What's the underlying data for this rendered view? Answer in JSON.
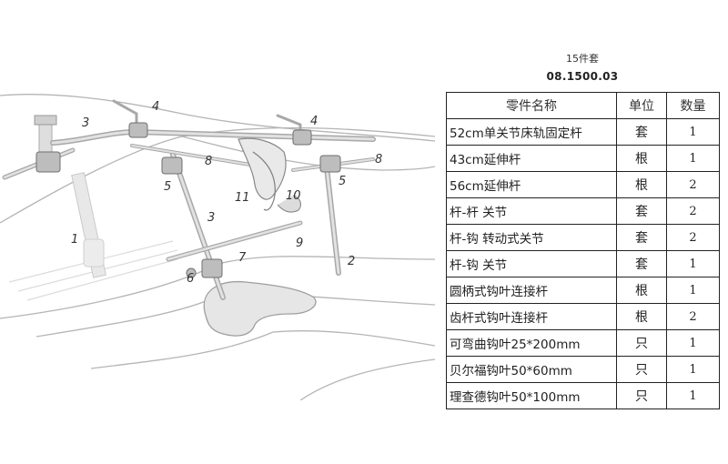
{
  "kit": {
    "name": "15件套",
    "code": "08.1500.03"
  },
  "table": {
    "headers": {
      "name": "零件名称",
      "unit": "单位",
      "qty": "数量"
    },
    "rows": [
      {
        "name": "52cm单关节床轨固定杆",
        "unit": "套",
        "qty": "1"
      },
      {
        "name": "43cm延伸杆",
        "unit": "根",
        "qty": "1"
      },
      {
        "name": "56cm延伸杆",
        "unit": "根",
        "qty": "2"
      },
      {
        "name": "杆-杆 关节",
        "unit": "套",
        "qty": "2"
      },
      {
        "name": "杆-钩 转动式关节",
        "unit": "套",
        "qty": "2"
      },
      {
        "name": "杆-钩 关节",
        "unit": "套",
        "qty": "1"
      },
      {
        "name": "圆柄式钩叶连接杆",
        "unit": "根",
        "qty": "1"
      },
      {
        "name": "齿杆式钩叶连接杆",
        "unit": "根",
        "qty": "2"
      },
      {
        "name": "可弯曲钩叶25*200mm",
        "unit": "只",
        "qty": "1"
      },
      {
        "name": "贝尔福钩叶50*60mm",
        "unit": "只",
        "qty": "1"
      },
      {
        "name": "理查德钩叶50*100mm",
        "unit": "只",
        "qty": "1"
      }
    ]
  },
  "illustration": {
    "callouts": [
      "1",
      "2",
      "3",
      "3",
      "4",
      "4",
      "5",
      "5",
      "6",
      "7",
      "8",
      "8",
      "9",
      "10",
      "11"
    ]
  },
  "colors": {
    "table_border": "#222222",
    "line_art": "#9a9a9a",
    "metal": "#b8b8b8"
  }
}
